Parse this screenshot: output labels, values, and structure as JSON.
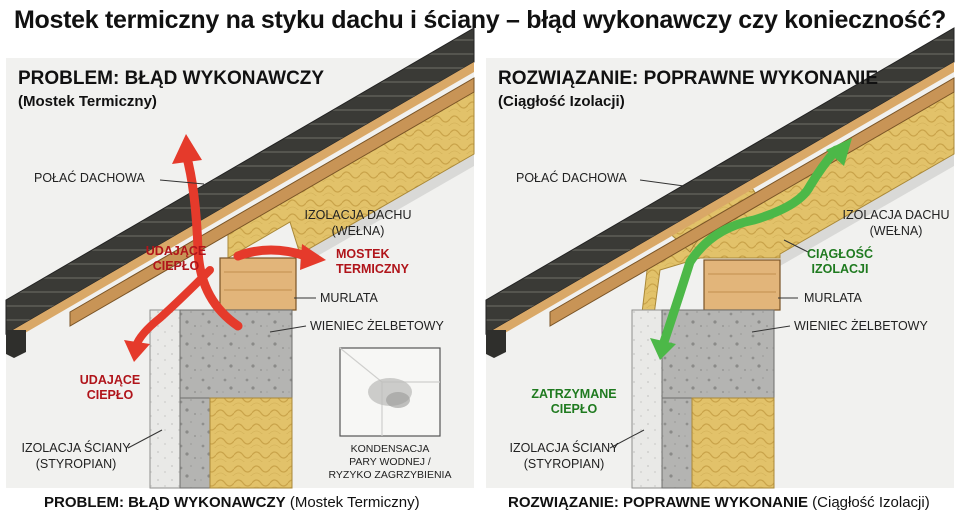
{
  "title": "Mostek termiczny na styku dachu i ściany – błąd wykonawczy czy konieczność?",
  "left_panel": {
    "heading": "PROBLEM: BŁĄD WYKONAWCZY",
    "subheading": "(Mostek Termiczny)",
    "labels": {
      "roof": "POŁAĆ DACHOWA",
      "roof_insulation_1": "IZOLACJA DACHU",
      "roof_insulation_2": "(WEŁNA)",
      "heat_escape_top_1": "UDAJĄCE",
      "heat_escape_top_2": "CIEPŁO",
      "bridge_1": "MOSTEK",
      "bridge_2": "TERMICZNY",
      "wall_plate": "MURLATA",
      "ring_beam": "WIENIEC ŻELBETOWY",
      "heat_escape_bottom_1": "UDAJĄCE",
      "heat_escape_bottom_2": "CIEPŁO",
      "wall_insulation_1": "IZOLACJA ŚCIANY",
      "wall_insulation_2": "(STYROPIAN)",
      "condensation_1": "KONDENSACJA",
      "condensation_2": "PARY WODNEJ /",
      "condensation_3": "RYZYKO ZAGRZYBIENIA"
    },
    "caption_bold": "PROBLEM: BŁĄD WYKONAWCZY",
    "caption_rest": " (Mostek Termiczny)"
  },
  "right_panel": {
    "heading": "ROZWIĄZANIE: POPRAWNE WYKONANIE",
    "subheading": "(Ciągłość Izolacji)",
    "labels": {
      "roof": "POŁAĆ DACHOWA",
      "roof_insulation_1": "IZOLACJA DACHU",
      "roof_insulation_2": "(WEŁNA)",
      "continuity_1": "CIĄGŁOŚĆ",
      "continuity_2": "IZOLACJI",
      "wall_plate": "MURLATA",
      "ring_beam": "WIENIEC ŻELBETOWY",
      "retained_1": "ZATRZYMANE",
      "retained_2": "CIEPŁO",
      "wall_insulation_1": "IZOLACJA ŚCIANY",
      "wall_insulation_2": "(STYROPIAN)"
    },
    "caption_bold": "ROZWIĄZANIE: POPRAWNE WYKONANIE",
    "caption_rest": " (Ciągłość Izolacji)"
  },
  "colors": {
    "heat_arrow": "#e53a2b",
    "retained_arrow": "#4cb848",
    "wool": "#e2c26a",
    "concrete": "#b4b4b2",
    "timber": "#e2b57a",
    "roof_tile": "#3a3a36"
  }
}
